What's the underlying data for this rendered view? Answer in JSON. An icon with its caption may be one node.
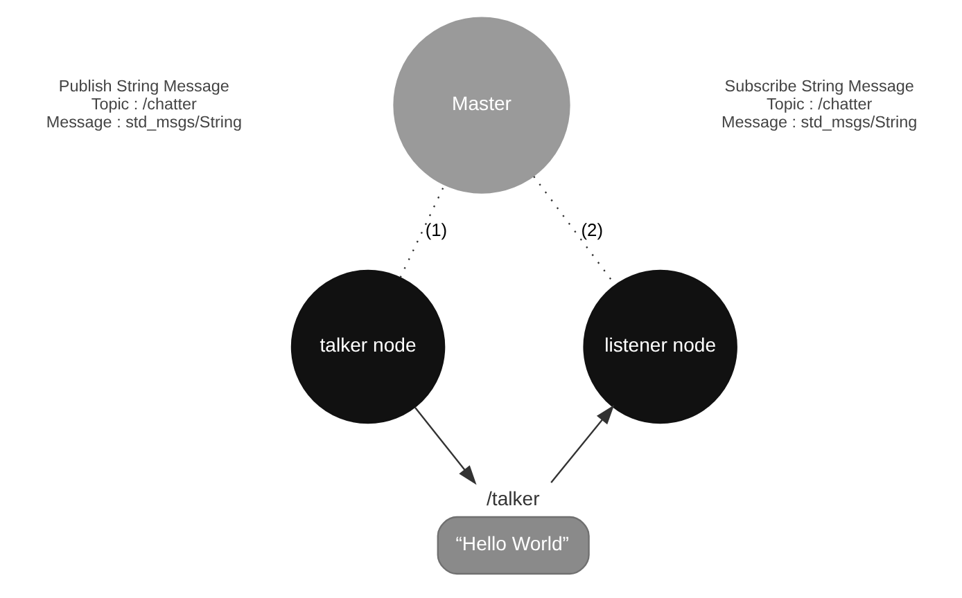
{
  "diagram": {
    "nodes": [
      {
        "text": [
          "Master"
        ]
      },
      {
        "text": [
          "talker node"
        ]
      },
      {
        "text": [
          "listener node"
        ]
      },
      {
        "text": [
          "“Hello World”"
        ],
        "beside": [
          "/talker"
        ]
      }
    ],
    "edges": [
      {
        "from": 1,
        "to": 0,
        "arrow": "none",
        "label": "(1)",
        "style": "dashed"
      },
      {
        "from": 0,
        "to": 2,
        "arrow": "none",
        "label": "(2)",
        "style": "dashed"
      },
      {
        "from": 1,
        "to": 3,
        "arrow": "to"
      },
      {
        "from": 3,
        "to": 2,
        "arrow": "to"
      }
    ],
    "labels": [
      "Publish String Message",
      "Topic : /chatter",
      "Message : std_msgs/String",
      "Subscribe String Message",
      "Topic : /chatter",
      "Message : std_msgs/String"
    ]
  }
}
